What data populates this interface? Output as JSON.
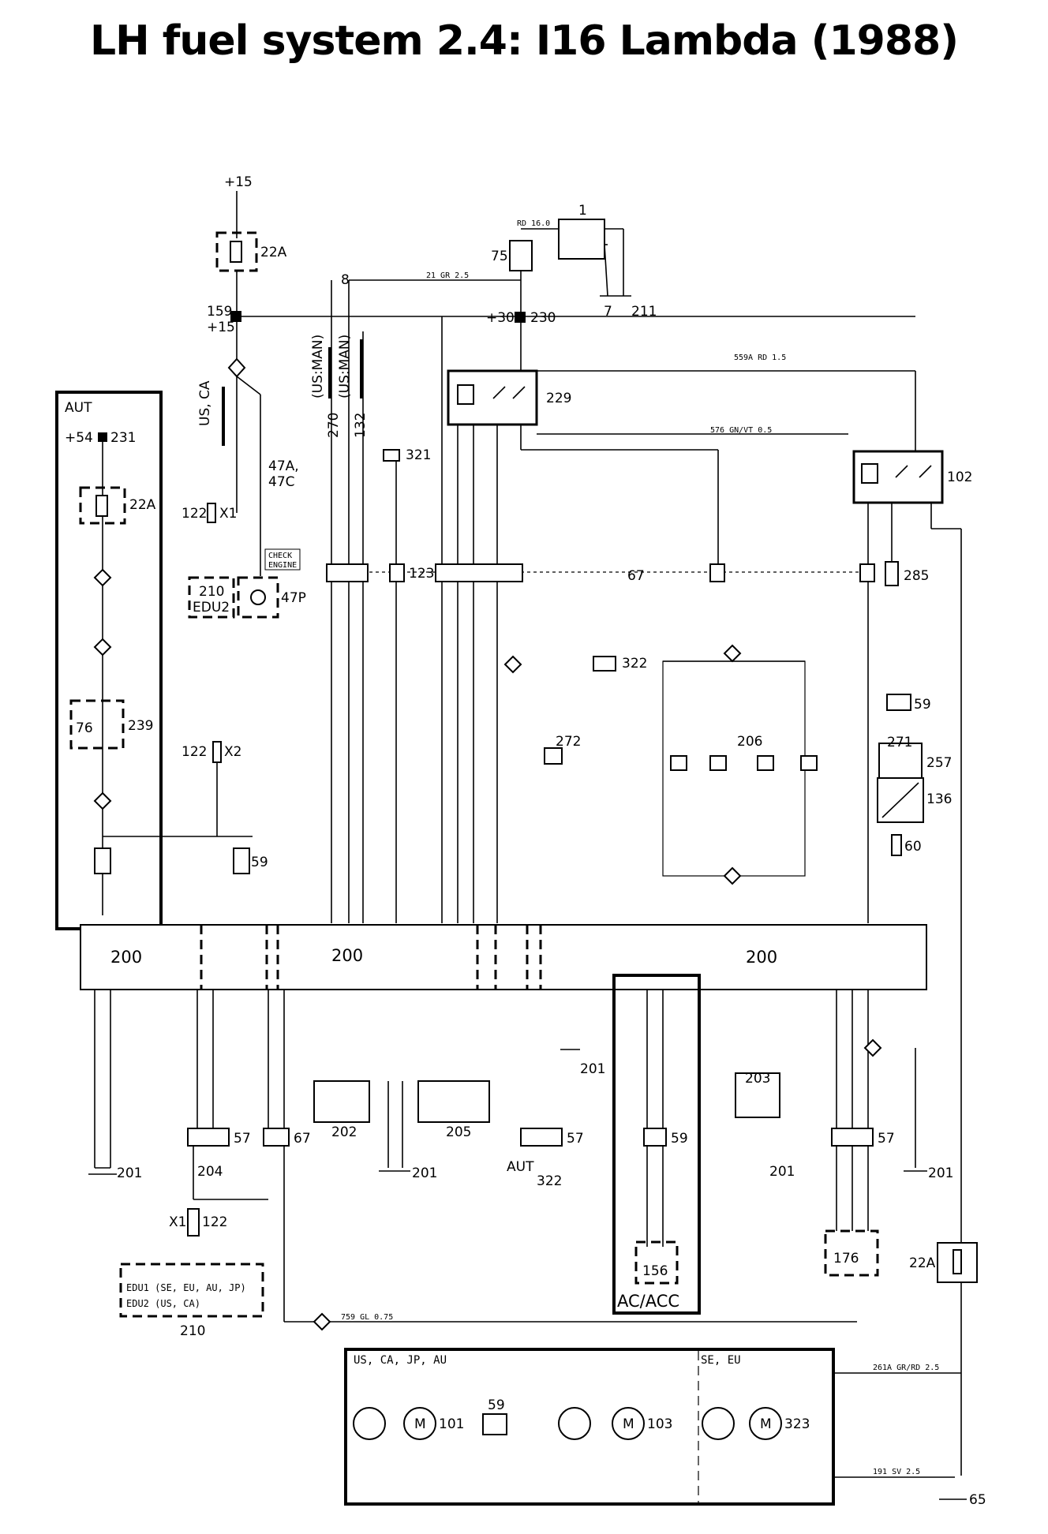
{
  "title": "LH fuel system 2.4: I16 Lambda (1988)",
  "labels": {
    "p15": "+15",
    "p15b": "+15",
    "c159": "159",
    "f22a_top": "22A",
    "n8": "8",
    "n75": "75",
    "n1": "1",
    "n7": "7",
    "n211": "211",
    "p30": "+30",
    "c230": "230",
    "r229": "229",
    "r102": "102",
    "s321": "321",
    "aut": "AUT",
    "p54": "+54",
    "c231": "231",
    "f22a_aut": "22A",
    "x1_122": "122",
    "x1": "X1",
    "edu210": "210",
    "edu2": "EDU2",
    "n47p": "47P",
    "n47a": "47A,",
    "n47c": "47C",
    "check": "CHECK",
    "engine": "ENGINE",
    "n76": "76",
    "n239": "239",
    "x2_122": "122",
    "x2": "X2",
    "c59a": "59",
    "c123": "123",
    "c67": "67",
    "c285": "285",
    "c322": "322",
    "c272": "272",
    "c206": "206",
    "c59b": "59",
    "c271": "271",
    "c257": "257",
    "c136": "136",
    "c60": "60",
    "ecu1": "200",
    "ecu2": "200",
    "ecu3": "200",
    "g201a": "201",
    "c204": "204",
    "c57a": "57",
    "c202": "202",
    "c205": "205",
    "g201b": "201",
    "c67b": "67",
    "g201c": "201",
    "c57b": "57",
    "aut2": "AUT",
    "c322b": "322",
    "c59c": "59",
    "c203": "203",
    "g201d": "201",
    "c57c": "57",
    "g201e": "201",
    "c156": "156",
    "acacc": "AC/ACC",
    "c176": "176",
    "f22a_bot": "22A",
    "x1b": "X1",
    "c122b": "122",
    "edu1_txt": "EDU1 (SE, EU, AU, JP)",
    "edu2_txt": "EDU2 (US, CA)",
    "c210b": "210",
    "w759": "759 GL 0.75",
    "mk_us": "US, CA, JP, AU",
    "mk_se": "SE, EU",
    "m101": "101",
    "m103": "103",
    "m323": "323",
    "c59d": "59",
    "w261a": "261A GR/RD 2.5",
    "w191": "191 SV 2.5",
    "g65": "65",
    "usman1": "(US:MAN)",
    "usman2": "(US:MAN)",
    "n270": "270",
    "n132": "132",
    "usca": "US, CA",
    "w559a": "559A RD 1.5",
    "w576": "576 GN/VT 0.5",
    "w21": "21 GR 2.5",
    "w16": "RD 16.0",
    "sig67": "67",
    "m": "M"
  }
}
